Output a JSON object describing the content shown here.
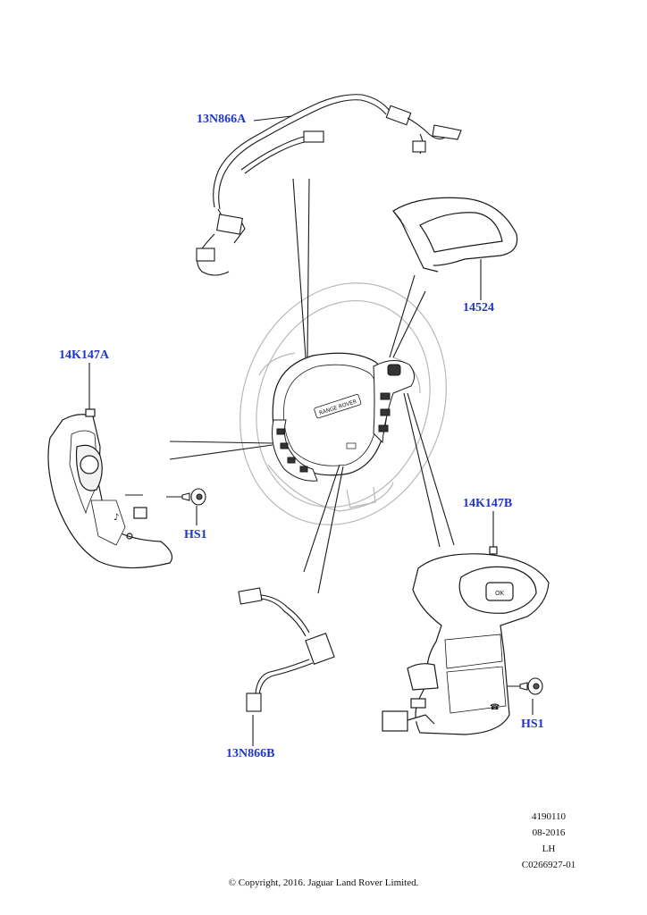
{
  "diagram": {
    "callouts": {
      "harness_upper": "13N866A",
      "cover": "14524",
      "switch_left": "14K147A",
      "screw_left": "HS1",
      "switch_right": "14K147B",
      "screw_right": "HS1",
      "harness_lower": "13N866B"
    },
    "wheel_badge": "RANGE ROVER",
    "info_block": {
      "line1": "4190110",
      "line2": "08-2016",
      "line3": "LH",
      "line4": "C0266927-01"
    },
    "copyright": "© Copyright, 2016. Jaguar Land Rover Limited.",
    "colors": {
      "callout_text": "#1f35c8",
      "line_art": "#1a1a1a",
      "ghost_art": "#b8b8b8"
    }
  }
}
